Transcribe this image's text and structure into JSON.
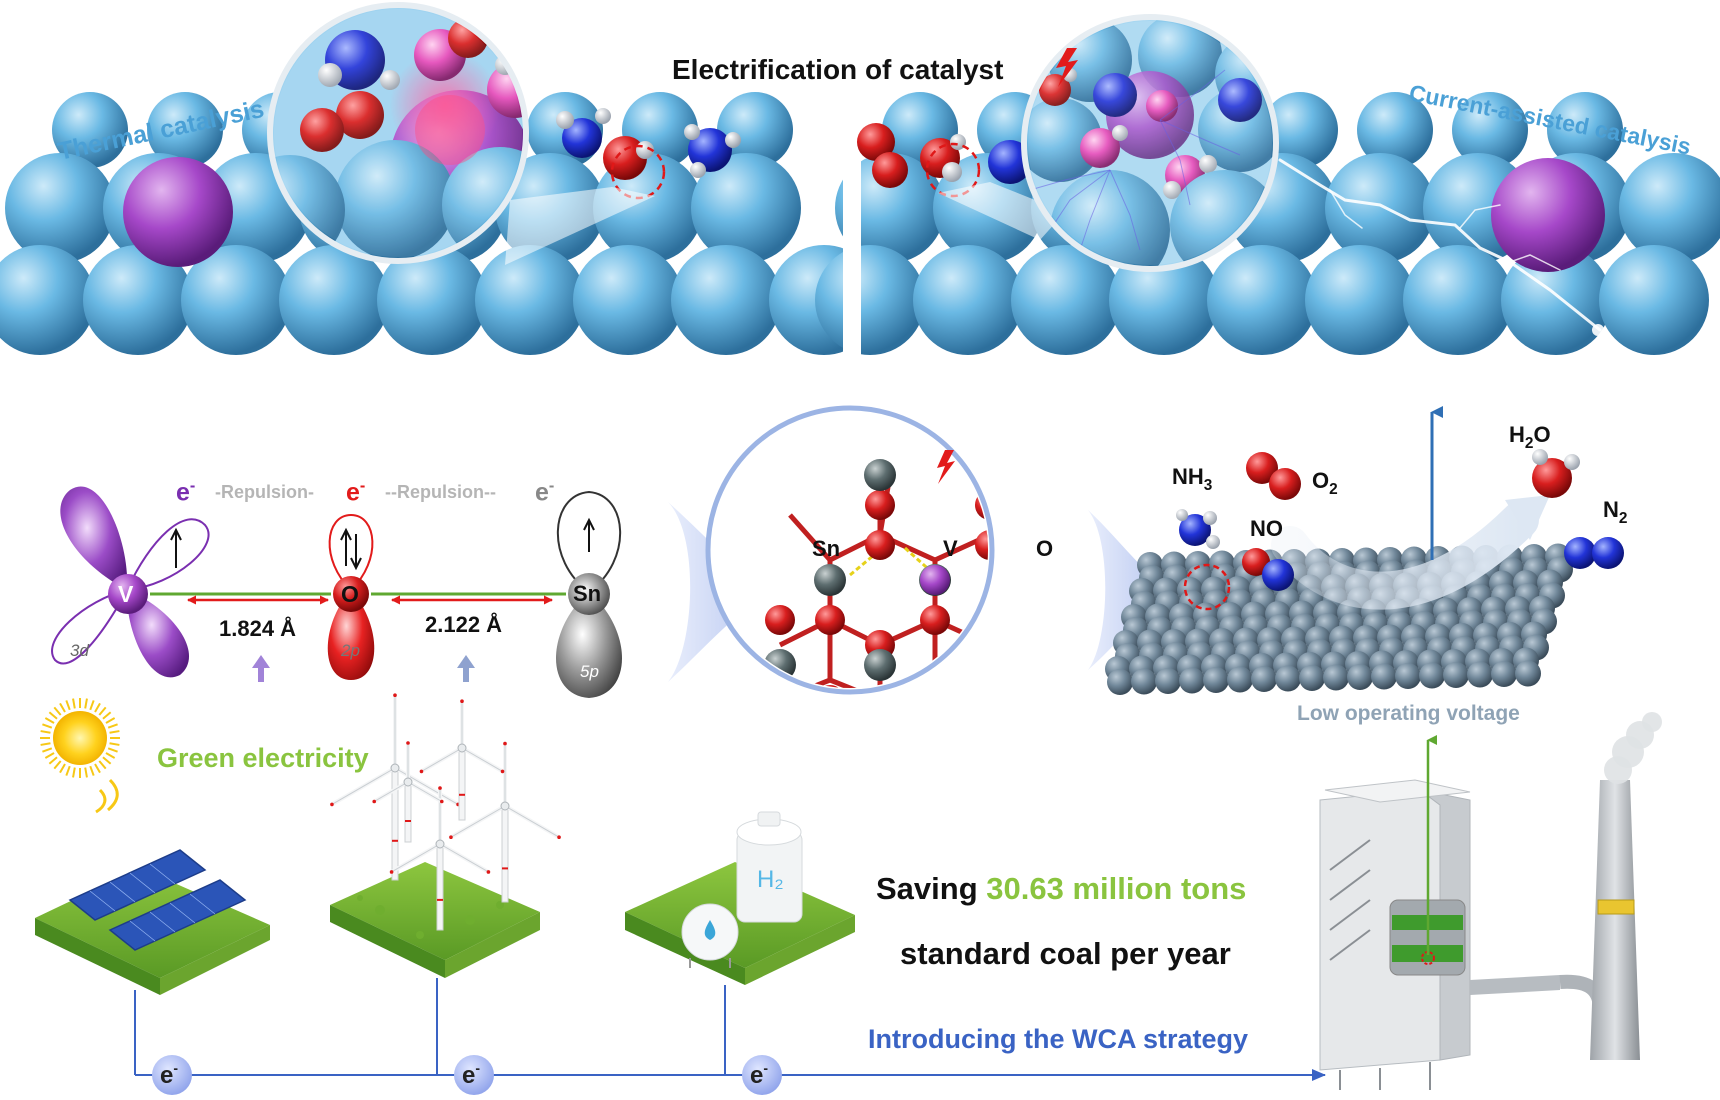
{
  "title": "Electrification of catalyst",
  "panel_top": {
    "left_label": "Thermal catalysis",
    "right_label": "Current-assisted catalysis"
  },
  "orbitals": {
    "electron_symbol": "e",
    "electron_charge": "-",
    "repulsion_left": "-Repulsion-",
    "repulsion_right": "--Repulsion--",
    "atom_v": "V",
    "atom_o": "O",
    "atom_sn": "Sn",
    "orbital_v": "3d",
    "orbital_o": "2p",
    "orbital_sn": "5p",
    "bond_v_o": "1.824 Å",
    "bond_o_sn": "2.122 Å",
    "colors": {
      "v": "#7a2fb0",
      "o": "#e21b1b",
      "sn": "#555555",
      "bond": "#5fa831",
      "arrow": "#e21b1b"
    }
  },
  "structure": {
    "label_sn": "Sn",
    "label_v": "V",
    "label_o": "O"
  },
  "reaction": {
    "nh3": "NH",
    "nh3_sub": "3",
    "o2": "O",
    "o2_sub": "2",
    "no": "NO",
    "h2o_h": "H",
    "h2o_sub": "2",
    "h2o_o": "O",
    "n2": "N",
    "n2_sub": "2",
    "voltage": "Low operating voltage"
  },
  "bottom": {
    "green_label": "Green electricity",
    "tank_label": "H₂",
    "saving_prefix": "Saving ",
    "saving_amount": "30.63 million tons",
    "saving_line2": "standard coal per year",
    "strategy": "Introducing the WCA strategy",
    "electron_node": "e",
    "electron_node_charge": "-",
    "colors": {
      "green": "#8ac43f",
      "blue": "#3a63c4"
    }
  }
}
